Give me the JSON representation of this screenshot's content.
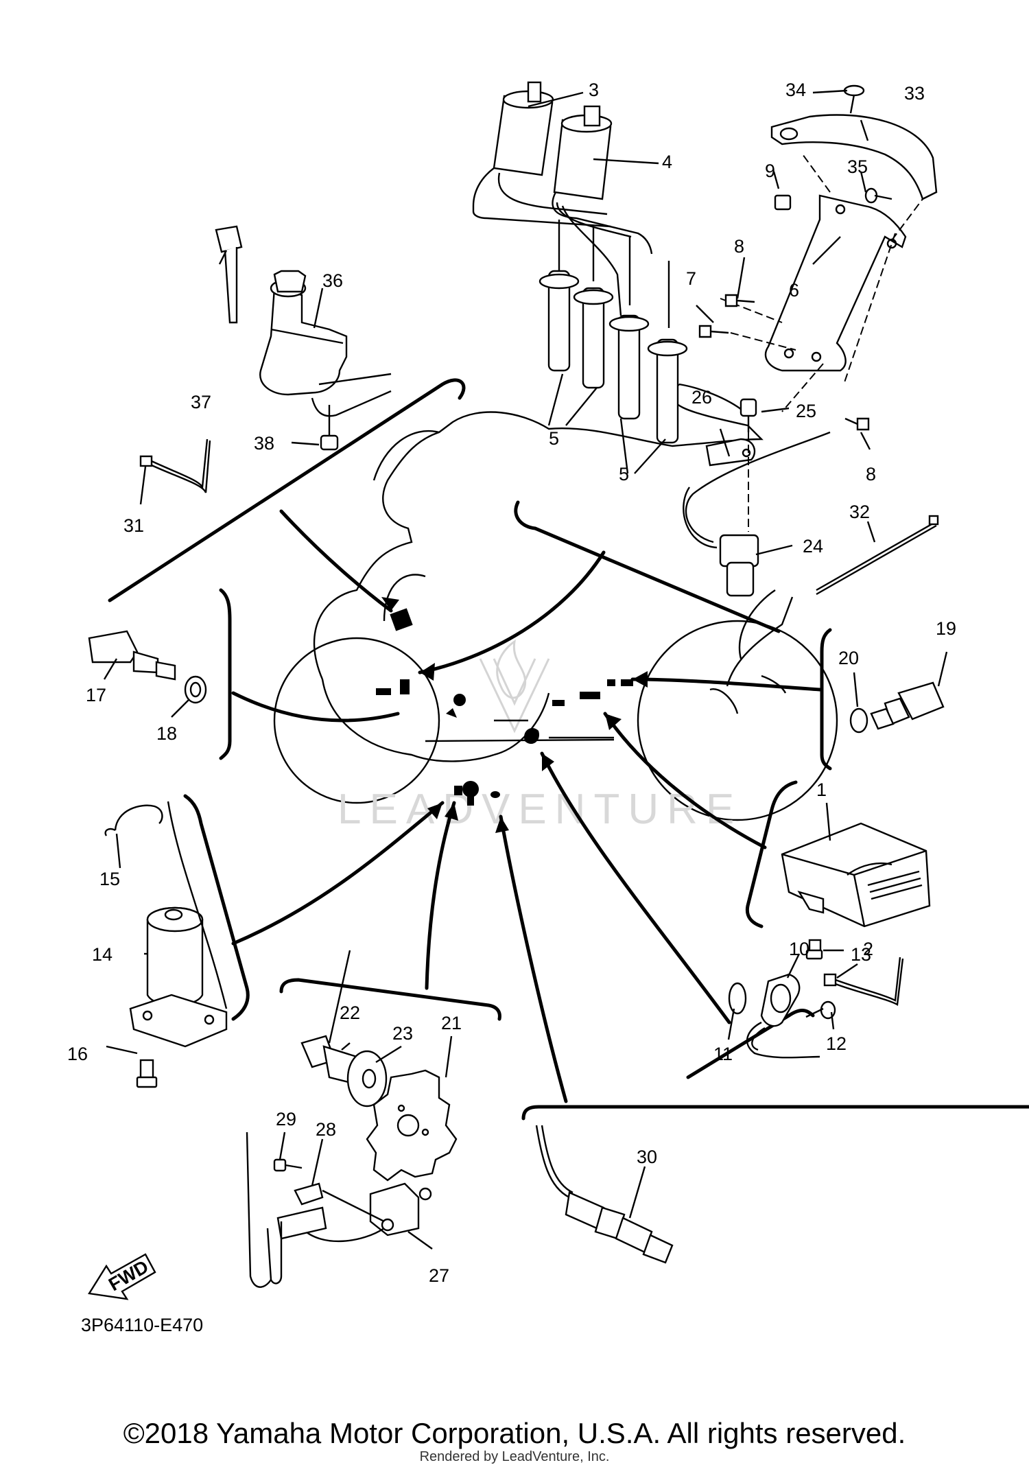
{
  "diagram_code": "3P64110-E470",
  "fwd_label": "FWD",
  "watermark": "LEADVENTURE",
  "copyright": "©2018 Yamaha Motor Corporation, U.S.A. All rights reserved.",
  "rendered_by": "Rendered by LeadVenture, Inc.",
  "callouts": [
    "1",
    "2",
    "3",
    "4",
    "5",
    "5",
    "6",
    "7",
    "8",
    "8",
    "9",
    "10",
    "11",
    "12",
    "13",
    "14",
    "15",
    "16",
    "17",
    "18",
    "19",
    "20",
    "21",
    "22",
    "23",
    "24",
    "25",
    "26",
    "27",
    "28",
    "29",
    "30",
    "31",
    "32",
    "33",
    "34",
    "35",
    "36",
    "37",
    "38"
  ]
}
